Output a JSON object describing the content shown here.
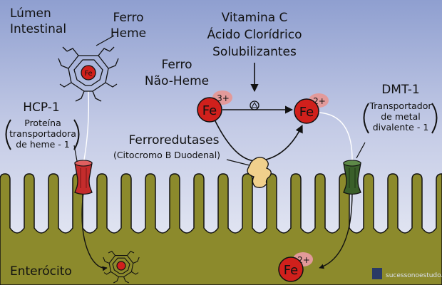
{
  "labels": {
    "lumen_line1": "Lúmen",
    "lumen_line2": "Intestinal",
    "heme_line1": "Ferro",
    "heme_line2": "Heme",
    "vitc_line1": "Vitamina C",
    "vitc_line2": "Ácido Clorídrico",
    "vitc_line3": "Solubilizantes",
    "nonheme_line1": "Ferro",
    "nonheme_line2": "Não-Heme",
    "hcp_title": "HCP-1",
    "hcp_desc1": "Proteína",
    "hcp_desc2": "transportadora",
    "hcp_desc3": "de heme - 1",
    "dmt_title": "DMT-1",
    "dmt_desc1": "Transportador",
    "dmt_desc2": "de metal",
    "dmt_desc3": "divalente - 1",
    "ferro_title": "Ferroredutases",
    "ferro_sub": "(Citocromo B Duodenal)",
    "enterocyte": "Enterócito"
  },
  "ions": {
    "symbol": "Fe",
    "fe3_charge": "3+",
    "fe2_charge": "2+",
    "fe2_inside_charge": "2+",
    "heme_center": "Fe"
  },
  "watermark": "sucessonoestudo.com",
  "colors": {
    "sky_top": "#8f9fd0",
    "sky_bottom": "#eef0f7",
    "tissue": "#8c8a2c",
    "iron_red": "#d0201c",
    "charge_pink": "#e29a9a",
    "hcp_red": "#c42c2c",
    "dmt_green": "#3a5f2a",
    "reductase": "#f0d08c"
  }
}
